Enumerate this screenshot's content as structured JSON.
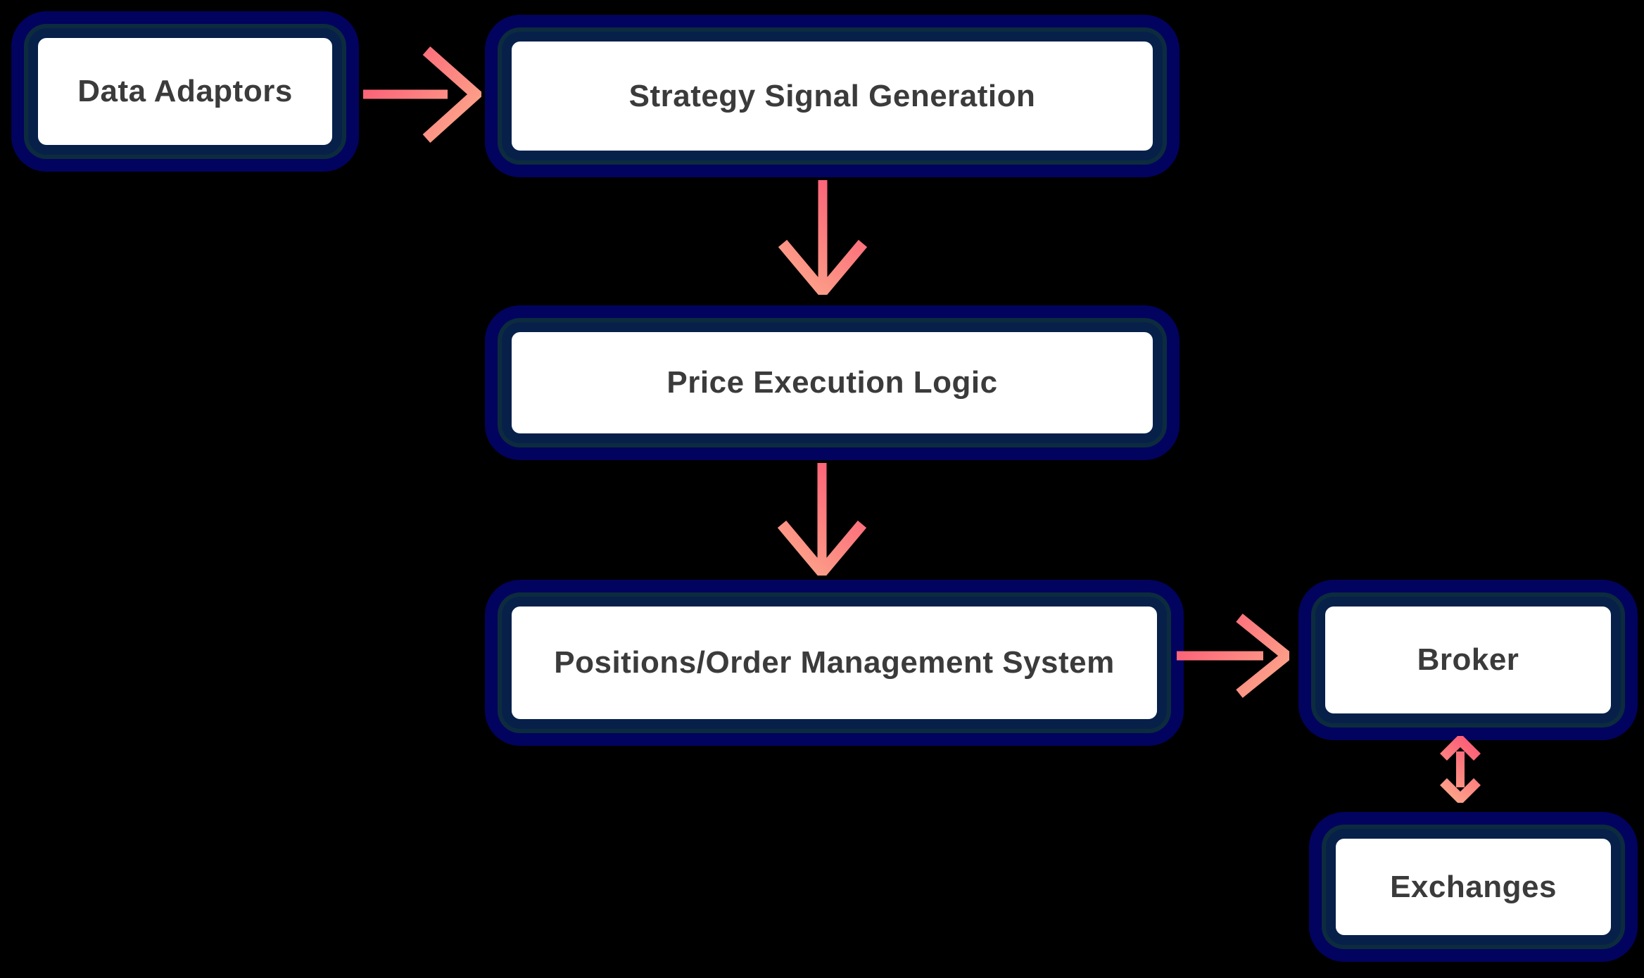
{
  "diagram": {
    "type": "flowchart",
    "nodes": [
      {
        "id": "data-adaptors",
        "label": "Data Adaptors"
      },
      {
        "id": "strategy-signal-generation",
        "label": "Strategy Signal Generation"
      },
      {
        "id": "price-execution-logic",
        "label": "Price Execution Logic"
      },
      {
        "id": "positions-order-management-system",
        "label": "Positions/Order Management System"
      },
      {
        "id": "broker",
        "label": "Broker"
      },
      {
        "id": "exchanges",
        "label": "Exchanges"
      }
    ],
    "edges": [
      {
        "from": "data-adaptors",
        "to": "strategy-signal-generation",
        "direction": "right",
        "style": "gradient-arrow"
      },
      {
        "from": "strategy-signal-generation",
        "to": "price-execution-logic",
        "direction": "down",
        "style": "gradient-arrow"
      },
      {
        "from": "price-execution-logic",
        "to": "positions-order-management-system",
        "direction": "down",
        "style": "gradient-arrow"
      },
      {
        "from": "positions-order-management-system",
        "to": "broker",
        "direction": "right",
        "style": "gradient-arrow"
      },
      {
        "from": "broker",
        "to": "exchanges",
        "direction": "both",
        "style": "gradient-double-arrow"
      }
    ]
  },
  "theme": {
    "background": "#000000",
    "node-fill": "#ffffff",
    "node-border-inner": "#07204a",
    "node-border-mid": "#0c2c3e",
    "node-border-outer": "#02035e",
    "node-text": "#3b3b3b",
    "arrow-pink": "#fc4e72",
    "arrow-peach": "#fcb28e"
  }
}
